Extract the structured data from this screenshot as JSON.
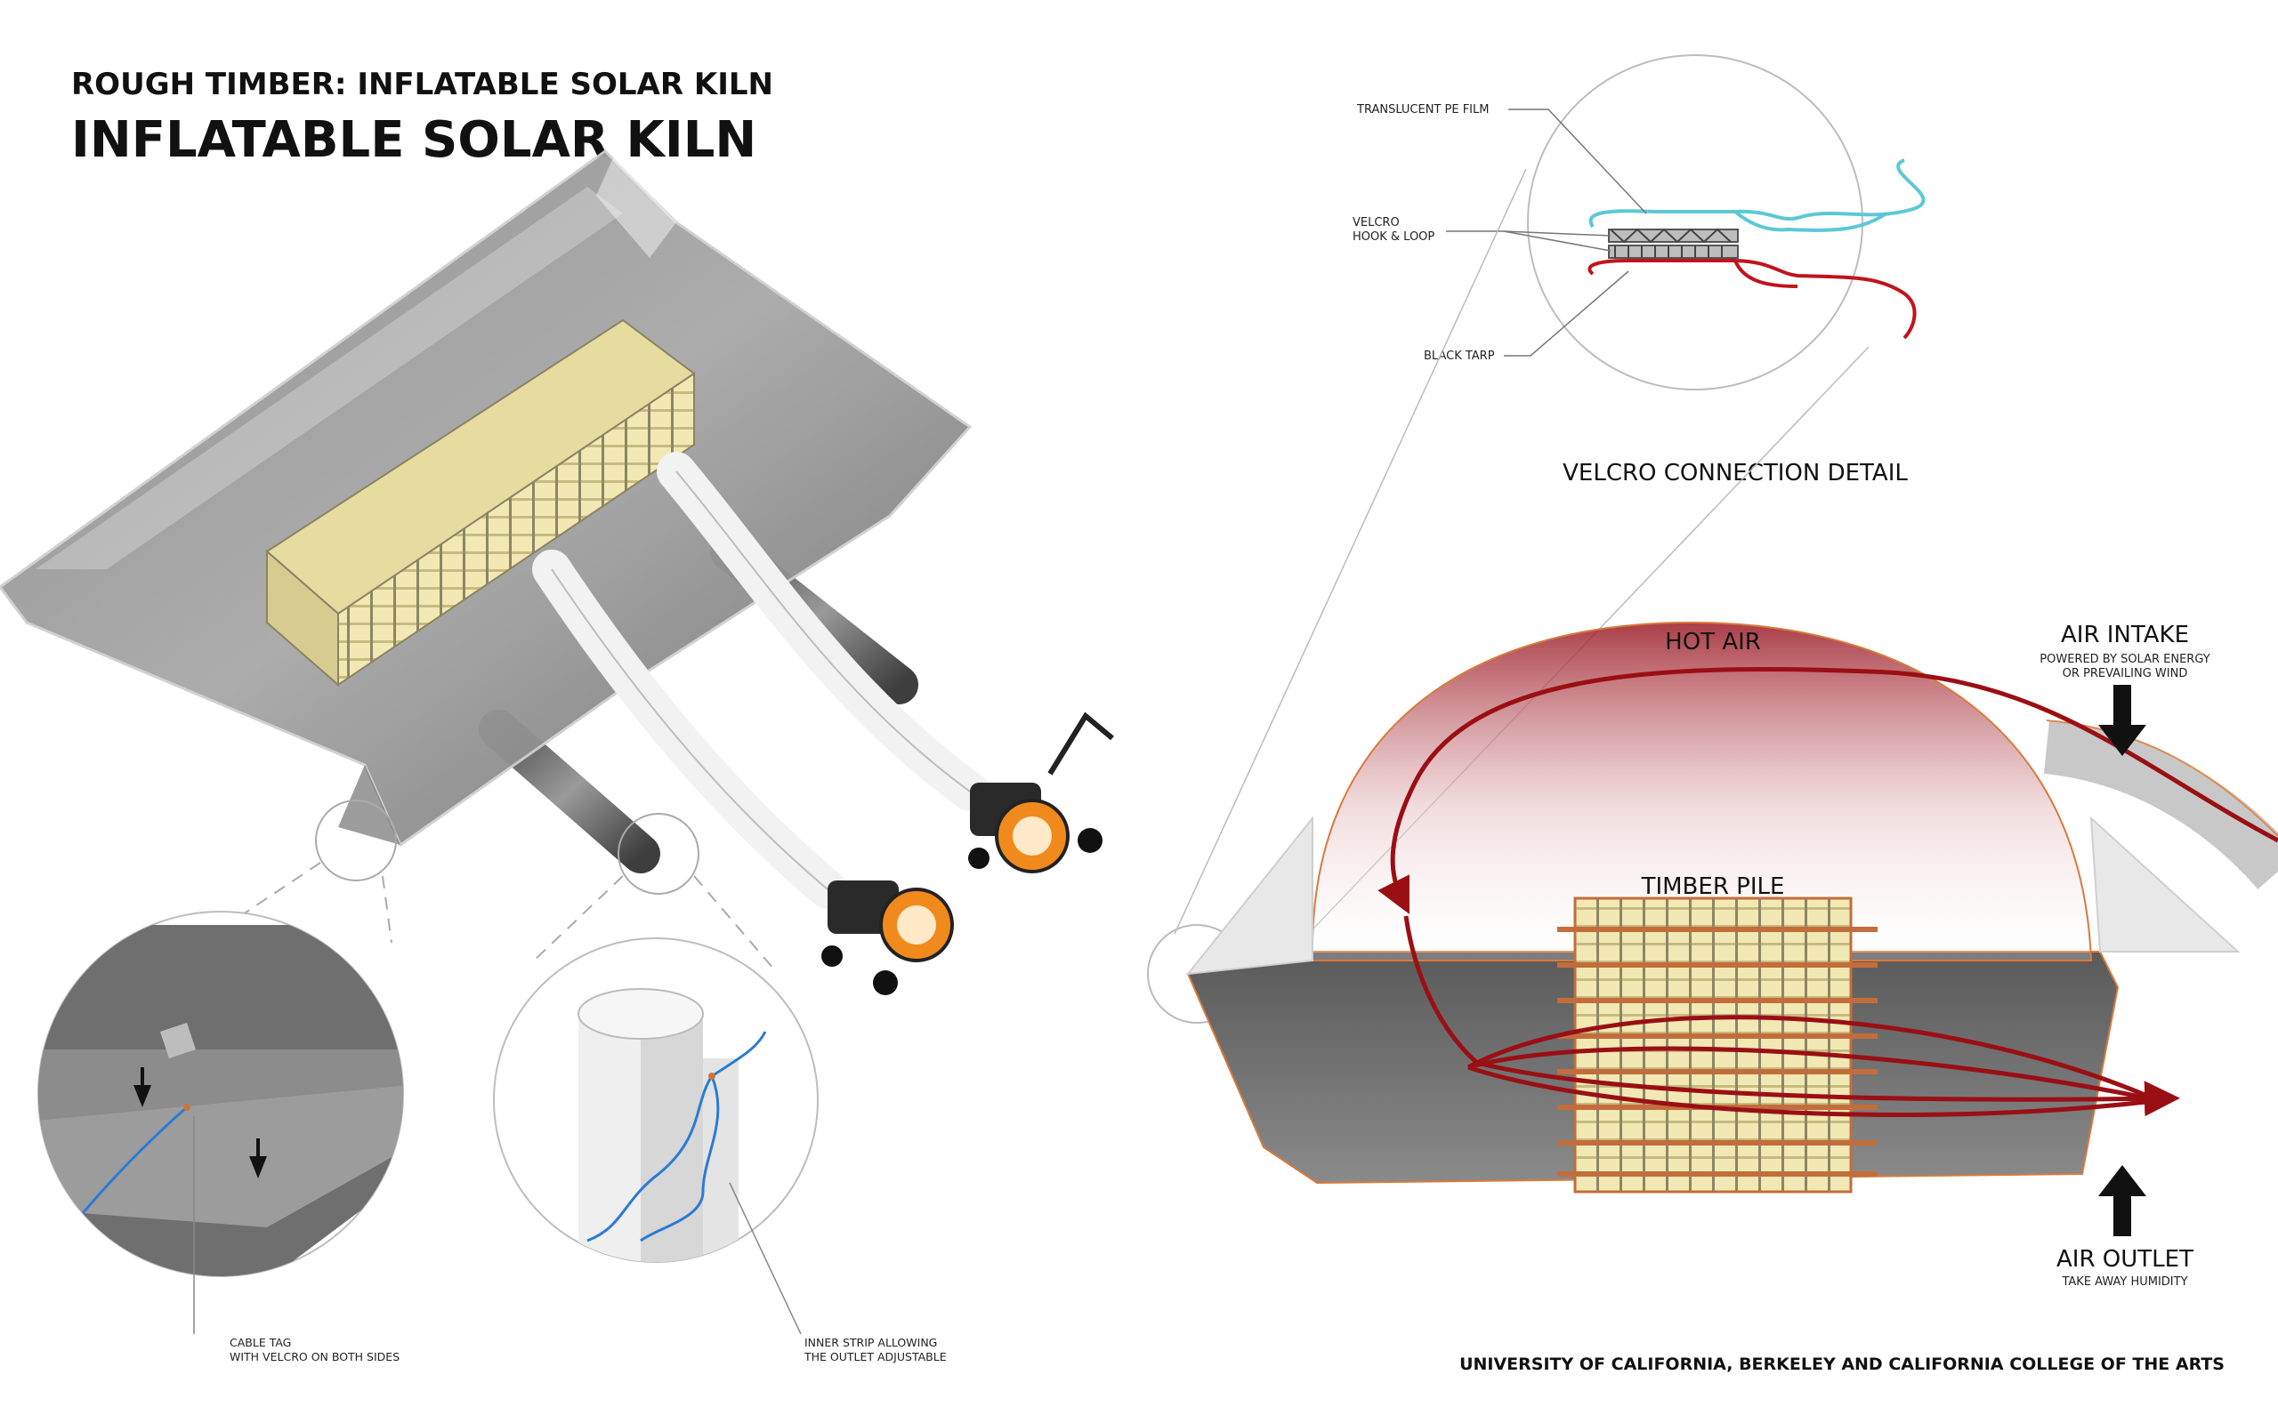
{
  "header": {
    "subtitle": "ROUGH TIMBER: INFLATABLE SOLAR KILN",
    "title": "INFLATABLE SOLAR KILN"
  },
  "velcro_detail": {
    "caption": "VELCRO CONNECTION DETAIL",
    "label_film": "TRANSLUCENT PE FILM",
    "label_velcro_1": "VELCRO",
    "label_velcro_2": "HOOK & LOOP",
    "label_tarp": "BLACK TARP"
  },
  "section": {
    "hot_air": "HOT AIR",
    "timber_pile": "TIMBER PILE",
    "air_intake": "AIR INTAKE",
    "air_intake_note_1": "POWERED BY SOLAR ENERGY",
    "air_intake_note_2": "OR PREVAILING WIND",
    "air_outlet": "AIR OUTLET",
    "air_outlet_note": "TAKE AWAY HUMIDITY"
  },
  "details": {
    "cable_tag_1": "CABLE TAG",
    "cable_tag_2": "WITH VELCRO ON BOTH SIDES",
    "inner_strip_1": "INNER STRIP ALLOWING",
    "inner_strip_2": "THE OUTLET ADJUSTABLE"
  },
  "footer": {
    "credit": "UNIVERSITY OF CALIFORNIA, BERKELEY AND CALIFORNIA COLLEGE OF THE ARTS"
  },
  "colors": {
    "film": "#5cc8d6",
    "tarp": "#c0141c",
    "airflow": "#9a0f14",
    "timber": "#f4eab4",
    "blower": "#f08a1c"
  }
}
